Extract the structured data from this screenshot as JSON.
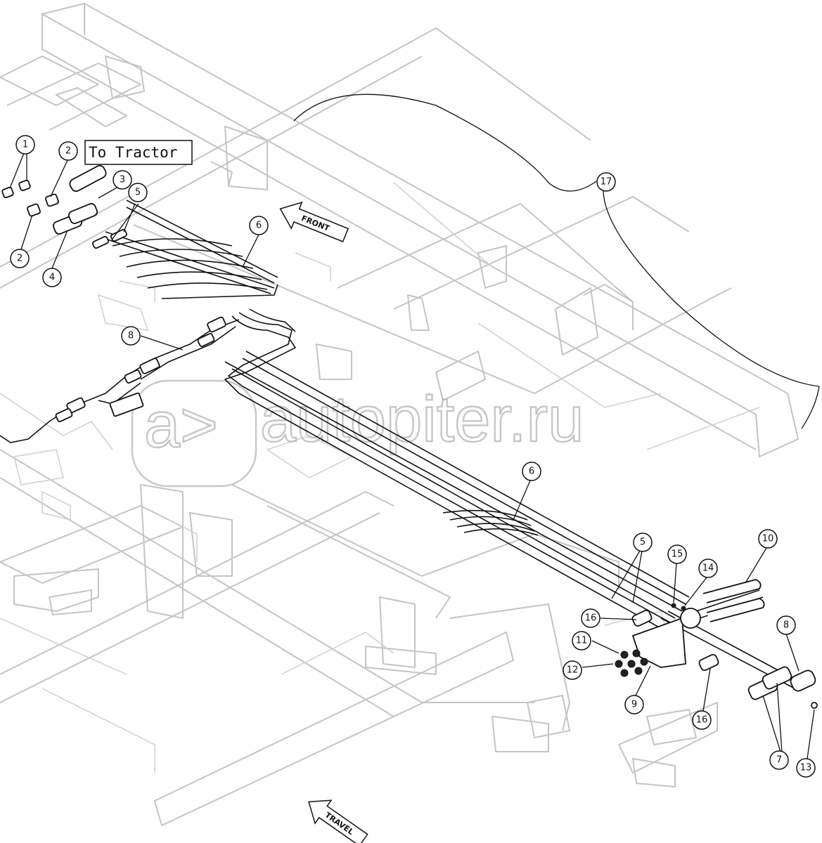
{
  "labels": {
    "to_tractor": "To Tractor",
    "front": "FRONT",
    "travel": "TRAVEL"
  },
  "watermark": {
    "text": "autopiter.ru"
  },
  "callouts": [
    {
      "id": "c1",
      "num": "1"
    },
    {
      "id": "c2a",
      "num": "2"
    },
    {
      "id": "c2b",
      "num": "2"
    },
    {
      "id": "c3",
      "num": "3"
    },
    {
      "id": "c4",
      "num": "4"
    },
    {
      "id": "c5a",
      "num": "5"
    },
    {
      "id": "c5b",
      "num": "5"
    },
    {
      "id": "c6a",
      "num": "6"
    },
    {
      "id": "c6b",
      "num": "6"
    },
    {
      "id": "c7",
      "num": "7"
    },
    {
      "id": "c8a",
      "num": "8"
    },
    {
      "id": "c8b",
      "num": "8"
    },
    {
      "id": "c9",
      "num": "9"
    },
    {
      "id": "c10",
      "num": "10"
    },
    {
      "id": "c11",
      "num": "11"
    },
    {
      "id": "c12",
      "num": "12"
    },
    {
      "id": "c13",
      "num": "13"
    },
    {
      "id": "c14",
      "num": "14"
    },
    {
      "id": "c15",
      "num": "15"
    },
    {
      "id": "c16a",
      "num": "16"
    },
    {
      "id": "c16b",
      "num": "16"
    },
    {
      "id": "c17",
      "num": "17"
    }
  ],
  "colors": {
    "ink": "#111111",
    "frame": "#c4c4c4",
    "watermark": "#bdbdbd"
  }
}
